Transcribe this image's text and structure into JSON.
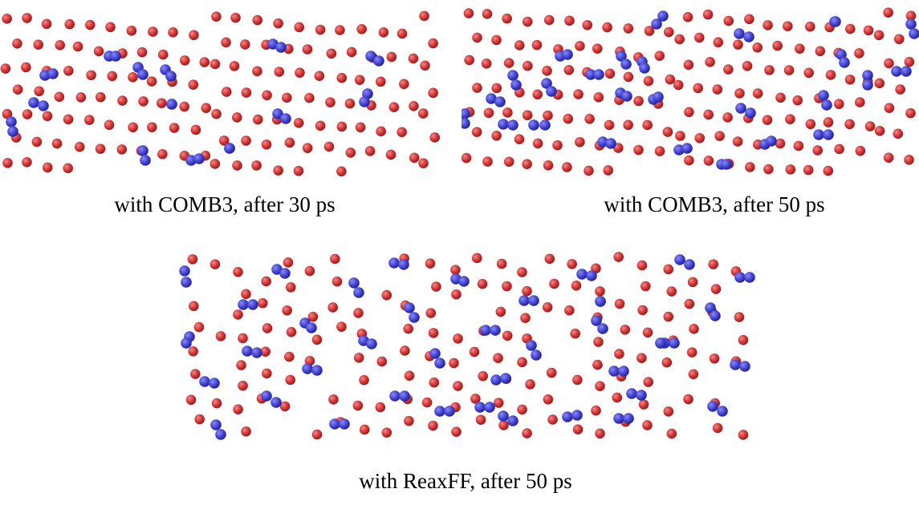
{
  "colors": {
    "red_atom": "#d83a3a",
    "red_atom_edge": "#9a1d1d",
    "red_atom_highlight": "#f08a8a",
    "blue_atom": "#4a4ad8",
    "blue_atom_edge": "#23239a",
    "blue_atom_highlight": "#8a8af2",
    "background": "#ffffff"
  },
  "panels": [
    {
      "caption": "with COMB3, after 30 ps"
    },
    {
      "caption": "with COMB3, after 50 ps"
    },
    {
      "caption": "with ReaxFF, after 50 ps"
    }
  ]
}
